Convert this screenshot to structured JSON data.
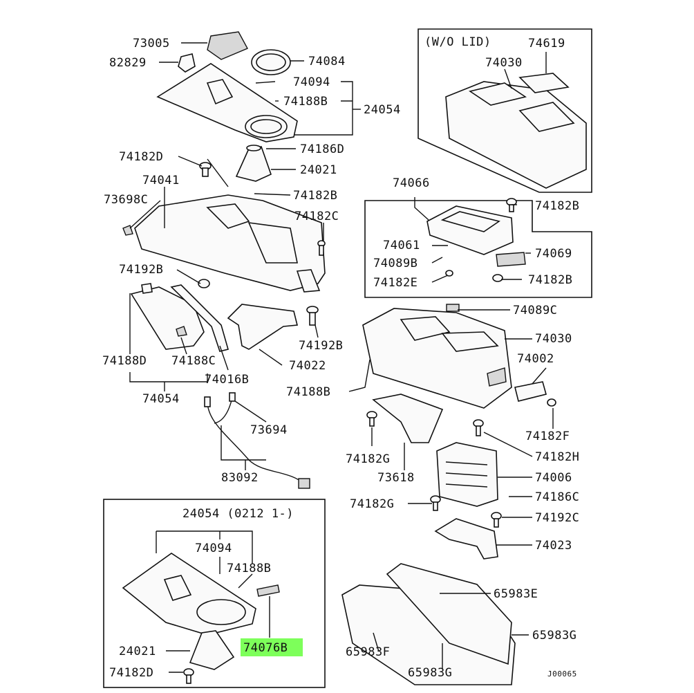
{
  "diagram": {
    "highlight_color": "#7dff5a",
    "highlighted_part": "74076B",
    "panel_labels": {
      "no_lid": "(W/O LID)",
      "variant_header": "24054 (0212 1-)"
    },
    "diagram_code": "J00065",
    "part_labels": {
      "p73005": "73005",
      "p82829": "82829",
      "p74084": "74084",
      "p74094_top": "74094",
      "p74188B_top": "74188B",
      "p24054_top": "24054",
      "p74182D_top": "74182D",
      "p74186D": "74186D",
      "p24021_top": "24021",
      "p74041": "74041",
      "p74182B_mid": "74182B",
      "p73698C": "73698C",
      "p74182C": "74182C",
      "p74192B_left": "74192B",
      "p74188D": "74188D",
      "p74188C": "74188C",
      "p74016B": "74016B",
      "p74054": "74054",
      "p74192B_right": "74192B",
      "p74022": "74022",
      "p73694": "73694",
      "p83092": "83092",
      "p74619": "74619",
      "p74030_top": "74030",
      "p74182B_topright": "74182B",
      "p74066": "74066",
      "p74061": "74061",
      "p74089B": "74089B",
      "p74182E": "74182E",
      "p74069": "74069",
      "p74182B_box": "74182B",
      "p74089C": "74089C",
      "p74030_mid": "74030",
      "p74002": "74002",
      "p74188B_mid": "74188B",
      "p74182F": "74182F",
      "p74182G_left": "74182G",
      "p74182H": "74182H",
      "p73618": "73618",
      "p74006": "74006",
      "p74182G_mid": "74182G",
      "p74186C": "74186C",
      "p74192C": "74192C",
      "p74023": "74023",
      "p74094_low": "74094",
      "p74188B_low": "74188B",
      "p74076B": "74076B",
      "p24021_low": "24021",
      "p74182D_low": "74182D",
      "p65983E": "65983E",
      "p65983G_right": "65983G",
      "p65983F": "65983F",
      "p65983G_bottom": "65983G"
    }
  }
}
